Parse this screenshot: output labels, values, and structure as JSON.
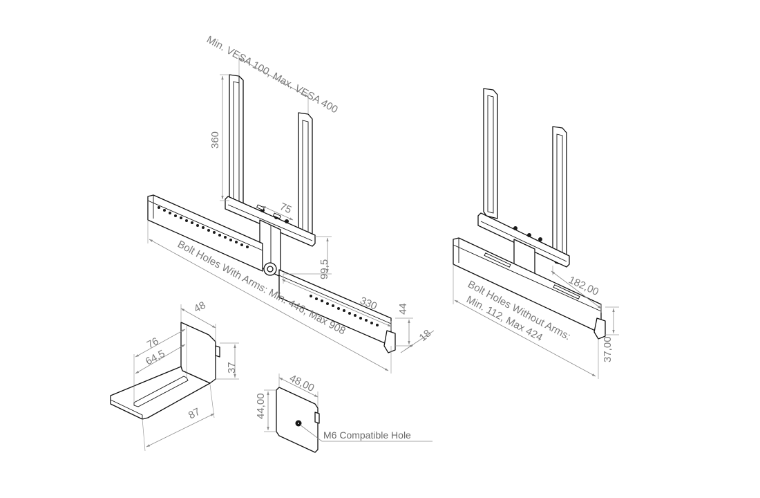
{
  "annotations": {
    "vesa": "Min. VESA 100, Max. VESA 400",
    "arm_height": "360",
    "arm_spacing": "75",
    "arm_offset": "99,5",
    "bar_length": "330",
    "bar_height": "44",
    "bar_depth": "18",
    "bolt_with_arms": "Bolt Holes With Arms: Min. 446, Max 908",
    "bolt_without_arms_line1": "Bolt Holes Without Arms:",
    "bolt_without_arms_line2": "Min. 112, Max 424",
    "bar_length_b": "182,00",
    "bar_height_b": "37,00",
    "bracket_width": "48",
    "bracket_slot_outer": "76",
    "bracket_slot_inner": "64,5",
    "bracket_height": "37",
    "bracket_depth": "87",
    "plate_width": "48,00",
    "plate_height": "44,00",
    "hole_note": "M6 Compatible Hole"
  }
}
